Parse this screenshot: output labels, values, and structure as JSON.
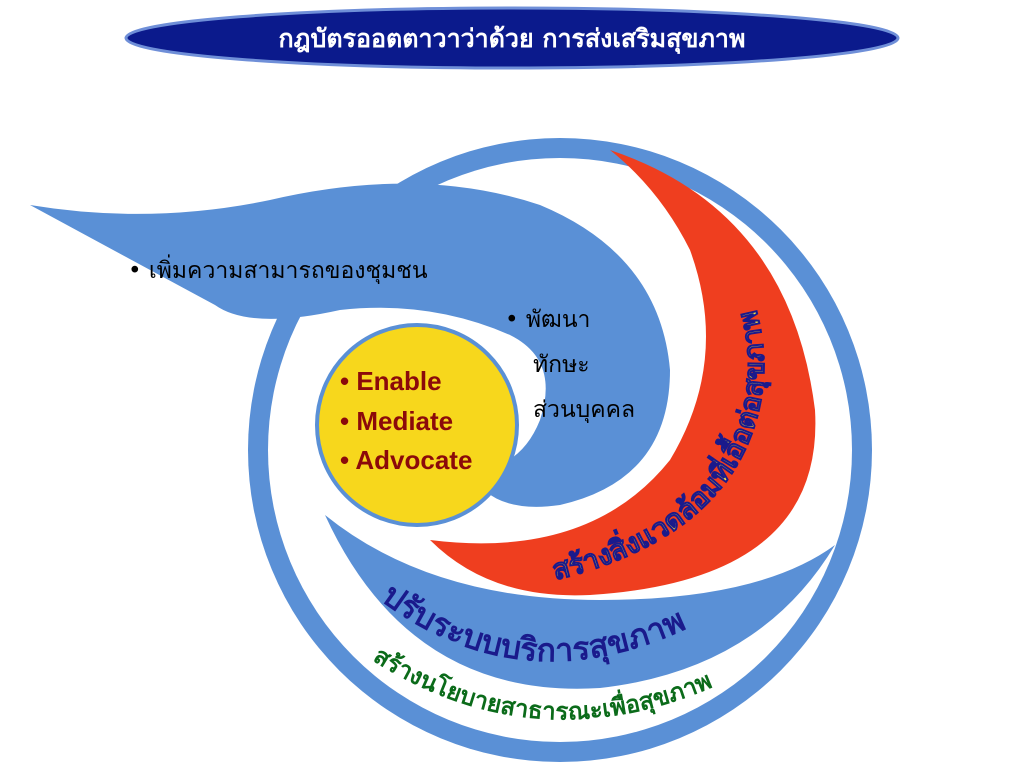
{
  "title": "กฎบัตรออตตาวาว่าด้วย การส่งเสริมสุขภาพ",
  "center": {
    "items": [
      "• Enable",
      "• Mediate",
      "• Advocate"
    ]
  },
  "community": "• เพิ่มความสามารถของชุมชน",
  "skills": {
    "lines": [
      "• พัฒนา",
      "ทักษะ",
      "ส่วนบุคคล"
    ]
  },
  "environment": "สร้างสิ่งแวดล้อมที่เอื้อต่อสุขภาพ",
  "services": "ปรับระบบบริการสุขภาพ",
  "policy": "สร้างนโยบายสาธารณะเพื่อสุขภาพ",
  "colors": {
    "title_bg": "#0b1a8c",
    "ring_blue": "#5a90d6",
    "red": "#ef3e1f",
    "yellow": "#f7d71c",
    "center_text": "#8b0a0a",
    "label_dark_blue": "#1a1a8c",
    "label_green": "#0b6b1a",
    "label_yellow": "#f7e840"
  }
}
